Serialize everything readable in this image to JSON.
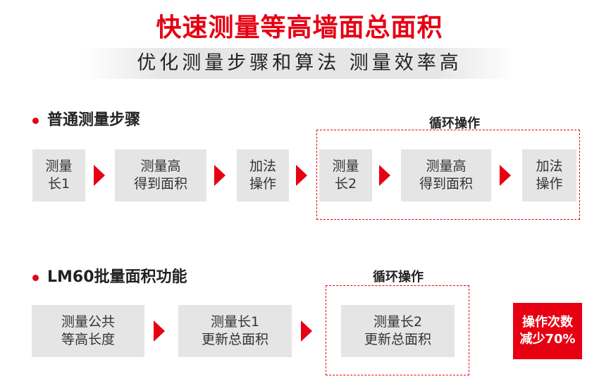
{
  "header": {
    "title": "快速测量等高墙面总面积",
    "subtitle": "优化测量步骤和算法  测量效率高"
  },
  "colors": {
    "accent": "#e60012",
    "box_bg": "#e5e5e5",
    "text_dark": "#222222"
  },
  "icons": {
    "bullet": "red-dot-icon",
    "arrow": "red-chevron-right-icon"
  },
  "normal_flow": {
    "heading": "普通测量步骤",
    "loop_label": "循环操作",
    "steps": [
      "测量\n长1",
      "测量高\n得到面积",
      "加法\n操作",
      "测量\n长2",
      "测量高\n得到面积",
      "加法\n操作"
    ]
  },
  "lm60_flow": {
    "heading": "LM60批量面积功能",
    "loop_label": "循环操作",
    "steps": [
      "测量公共\n等高长度",
      "测量长1\n更新总面积",
      "测量长2\n更新总面积"
    ]
  },
  "badge": {
    "text": "操作次数\n减少70%"
  }
}
